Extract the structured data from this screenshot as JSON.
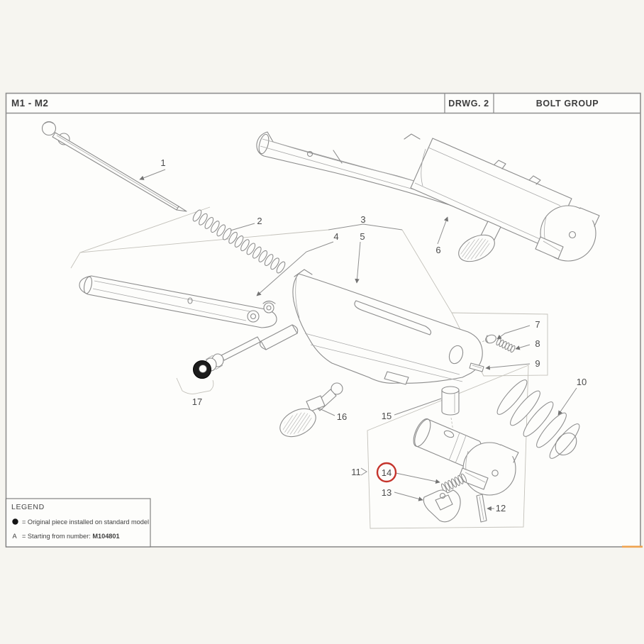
{
  "header": {
    "model_range": "M1 - M2",
    "drawing_label": "DRWG. 2",
    "sheet_title": "BOLT GROUP"
  },
  "legend": {
    "title": "LEGEND",
    "bullet_symbol": "●",
    "bullet_text": "=  Original piece installed on standard model",
    "letter_symbol": "A",
    "letter_text": "=  Starting from number: ",
    "letter_number": "M104801"
  },
  "callouts": [
    {
      "label": "1"
    },
    {
      "label": "2"
    },
    {
      "label": "3"
    },
    {
      "label": "4"
    },
    {
      "label": "5"
    },
    {
      "label": "6"
    },
    {
      "label": "7"
    },
    {
      "label": "8"
    },
    {
      "label": "9"
    },
    {
      "label": "10"
    },
    {
      "label": "11"
    },
    {
      "label": "12"
    },
    {
      "label": "13"
    },
    {
      "label": "14"
    },
    {
      "label": "15"
    },
    {
      "label": "16"
    },
    {
      "label": "17"
    }
  ],
  "highlight": {
    "highlighted_part": "14",
    "circle_color": "#c5342c"
  },
  "colors": {
    "line": "#8c8c8c",
    "frame": "#8f8f8f",
    "accent_orange": "#efa34f",
    "paper": "#fdfdfb",
    "page_background": "#f6f5f0"
  }
}
